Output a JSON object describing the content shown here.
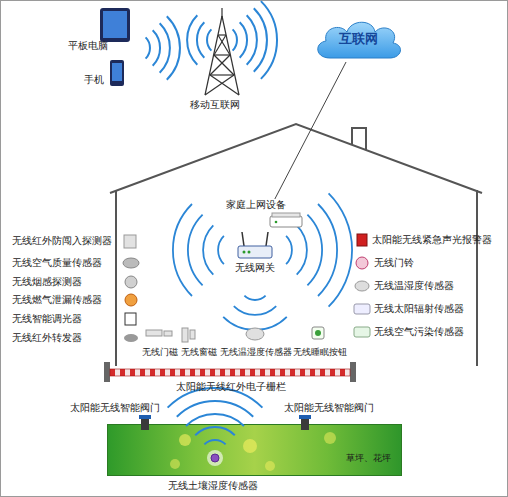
{
  "diagram": {
    "nodes": [
      {
        "text": [
          "互联网"
        ]
      },
      {
        "text": [
          "家庭上网设备"
        ]
      },
      {
        "text": [
          "草坪、花坪"
        ]
      }
    ],
    "edges": [
      {
        "from": 0,
        "to": 1,
        "arrow": "none"
      }
    ],
    "labels": [
      "平板电脑",
      "手机",
      "移动互联网",
      "无线网关",
      "无线红外防闯入探测器",
      "无线空气质量传感器",
      "无线烟感探测器",
      "无线燃气泄漏传感器",
      "无线智能调光器",
      "无线红外转发器",
      "太阳能无线紧急声光报警器",
      "无线门铃",
      "无线温湿度传感器",
      "无线太阳辐射传感器",
      "无线空气污染传感器",
      "无线门磁",
      "无线窗磁",
      "无线温湿度传感器",
      "无线睡眠按钮",
      "太阳能无线红外电子栅栏",
      "太阳能无线智能阀门",
      "太阳能无线智能阀门",
      "无线土壤湿度传感器"
    ]
  }
}
